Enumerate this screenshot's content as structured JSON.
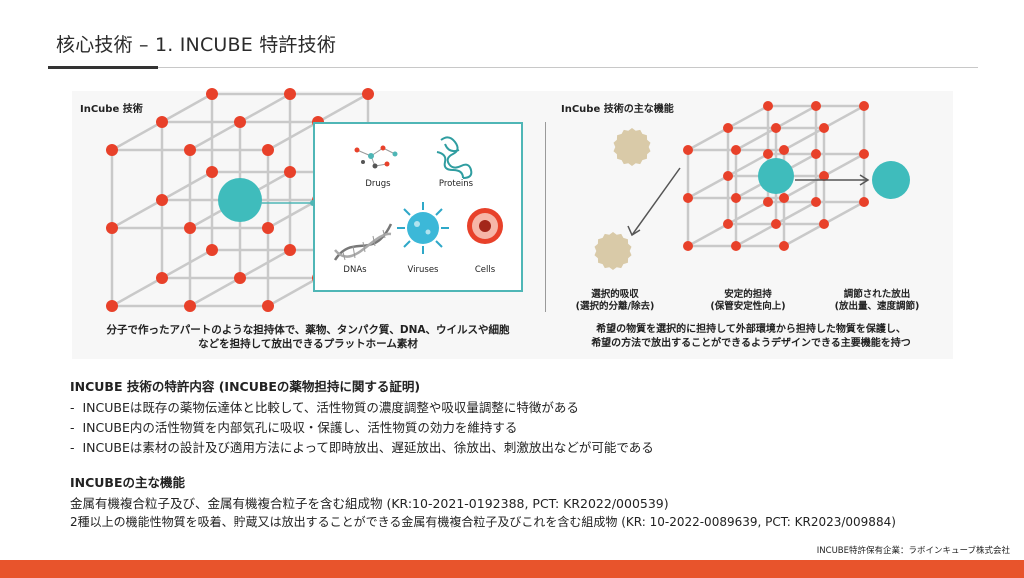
{
  "header": {
    "title": "核心技術 – 1. INCUBE 特許技術"
  },
  "left_panel": {
    "label": "InCube 技術",
    "materials": [
      {
        "name": "Drugs",
        "icon": "drugs-icon"
      },
      {
        "name": "Proteins",
        "icon": "proteins-icon"
      },
      {
        "name": "DNAs",
        "icon": "dna-icon"
      },
      {
        "name": "Viruses",
        "icon": "virus-icon"
      },
      {
        "name": "Cells",
        "icon": "cell-icon"
      }
    ],
    "caption_line1": "分子で作ったアパートのような担持体で、薬物、タンパク質、DNA、ウイルスや細胞",
    "caption_line2": "などを担持して放出できるプラットホーム素材"
  },
  "right_panel": {
    "label": "InCube 技術の主な機能",
    "functions": [
      {
        "title": "選択的吸収",
        "sub": "(選択的分離/除去)"
      },
      {
        "title": "安定的担持",
        "sub": "(保管安定性向上)"
      },
      {
        "title": "調節された放出",
        "sub": "(放出量、速度調節)"
      }
    ],
    "caption_line1": "希望の物質を選択的に担持して外部環境から担持した物質を保護し、",
    "caption_line2": "希望の方法で放出することができるようデザインできる主要機能を持つ"
  },
  "patent_section": {
    "heading": "INCUBE 技術の特許内容 (INCUBEの薬物担持に関する証明)",
    "bullets": [
      "INCUBEは既存の薬物伝達体と比較して、活性物質の濃度調整や吸収量調整に特徴がある",
      "INCUBE内の活性物質を内部気孔に吸収・保護し、活性物質の効力を維持する",
      "INCUBEは素材の設計及び適用方法によって即時放出、遅延放出、徐放出、刺激放出などが可能である"
    ]
  },
  "functions_section": {
    "heading": "INCUBEの主な機能",
    "lines": [
      "金属有機複合粒子及び、金属有機複合粒子を含む組成物 (KR:10-2021-0192388, PCT: KR2022/000539)",
      "2種以上の機能性物質を吸着、貯蔵又は放出することができる金属有機複合粒子及びこれを含む組成物 (KR: 10-2022-0089639, PCT: KR2023/009884)"
    ]
  },
  "footer": {
    "note": "INCUBE特許保有企業：ラボインキューブ株式会社"
  },
  "colors": {
    "accent": "#e8542c",
    "teal": "#3fbcbc",
    "node": "#e8412a",
    "beige": "#d9caa8"
  }
}
